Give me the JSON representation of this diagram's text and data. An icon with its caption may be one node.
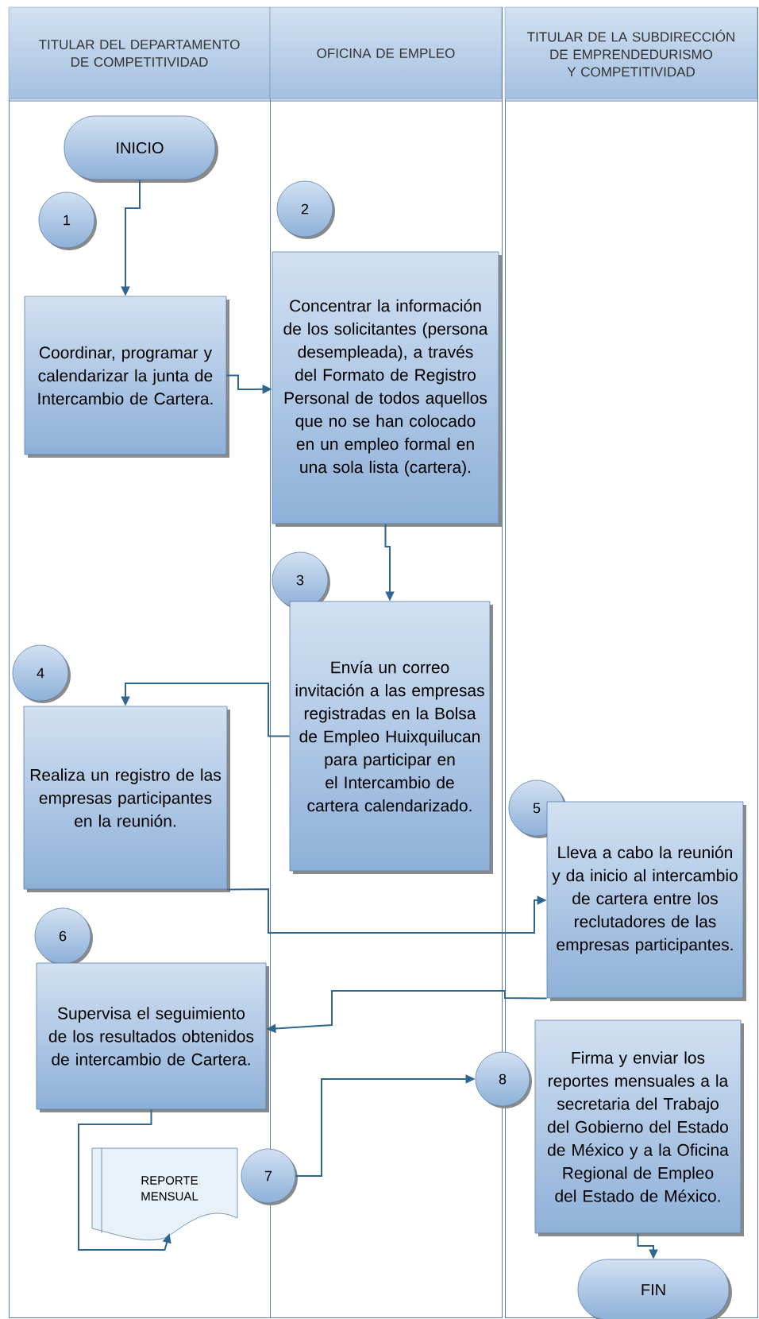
{
  "diagram": {
    "nodes": [
      {
        "text": [
          "TITULAR DEL DEPARTAMENTO DE COMPETITIVIDAD"
        ]
      },
      {
        "text": [
          "OFICINA DE EMPLEO"
        ]
      },
      {
        "text": [
          "TITULAR DE LA SUBDIRECCIÓN DE EMPRENDEDURISMO Y COMPETITIVIDAD"
        ]
      },
      {
        "text": [
          "INICIO"
        ],
        "in": 0
      },
      {
        "text": [
          "1"
        ],
        "in": 0
      },
      {
        "text": [
          "Coordinar, programar y calendarizar la junta de Intercambio de Cartera."
        ],
        "in": 0
      },
      {
        "text": [
          "2"
        ],
        "in": 1
      },
      {
        "text": [
          "Concentrar la información de los solicitantes (persona desempleada), a través del Formato de Registro Personal de todos aquellos que no se han colocado en un empleo formal en una sola lista (cartera)."
        ],
        "in": 1
      },
      {
        "text": [
          "3"
        ],
        "in": 1
      },
      {
        "text": [
          "Envía un correo invitación a las empresas registradas en la Bolsa de Empleo Huixquilucan para participar en el Intercambio de cartera calendarizado."
        ],
        "in": 1
      },
      {
        "text": [
          "4"
        ],
        "in": 0
      },
      {
        "text": [
          "Realiza un registro de las empresas participantes en la reunión."
        ],
        "in": 0
      },
      {
        "text": [
          "5"
        ],
        "in": 2
      },
      {
        "text": [
          "Lleva a cabo la reunión y da inicio al intercambio de cartera entre los reclutadores de las empresas participantes."
        ],
        "in": 2
      },
      {
        "text": [
          "6"
        ],
        "in": 0
      },
      {
        "text": [
          "Supervisa el seguimiento de los resultados obtenidos de intercambio de Cartera."
        ],
        "in": 0
      },
      {
        "text": [
          "REPORTE MENSUAL"
        ],
        "in": 0
      },
      {
        "text": [
          "7"
        ]
      },
      {
        "text": [
          "8"
        ]
      },
      {
        "text": [
          "Firma y enviar los reportes mensuales a la secretaria del Trabajo del Gobierno del Estado de México y a la Oficina Regional de Empleo del Estado de México."
        ],
        "in": 2
      },
      {
        "text": [
          "FIN"
        ],
        "in": 2
      }
    ],
    "edges": [
      {
        "from": 3,
        "to": 5,
        "arrow": "to"
      },
      {
        "from": 5,
        "to": 7,
        "arrow": "to"
      },
      {
        "from": 7,
        "to": 9,
        "arrow": "to"
      },
      {
        "from": 9,
        "to": 11,
        "arrow": "to"
      },
      {
        "from": 11,
        "to": 13,
        "arrow": "to"
      },
      {
        "from": 13,
        "to": 15,
        "arrow": "to"
      },
      {
        "from": 15,
        "to": 16,
        "arrow": "to"
      },
      {
        "from": 17,
        "to": 18,
        "arrow": "to"
      },
      {
        "from": 19,
        "to": 20,
        "arrow": "to"
      }
    ]
  }
}
